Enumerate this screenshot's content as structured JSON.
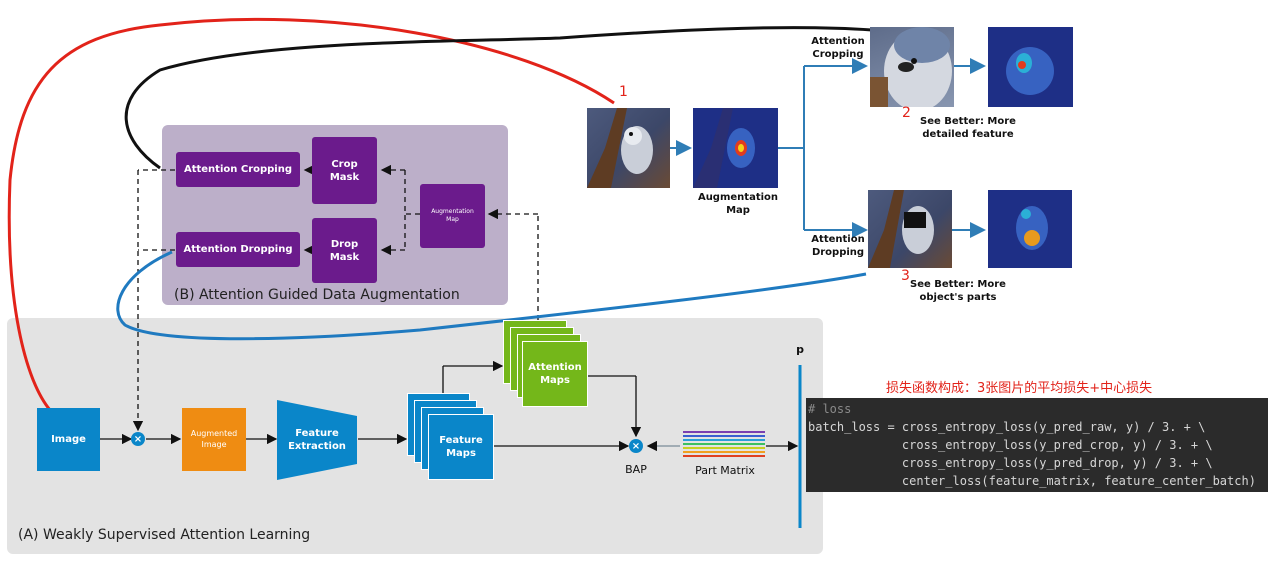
{
  "panels": {
    "a_title": "(A) Weakly Supervised Attention Learning",
    "b_title": "(B) Attention Guided Data Augmentation"
  },
  "nodes": {
    "attention_cropping": "Attention Cropping",
    "attention_dropping": "Attention Dropping",
    "crop_mask": "Crop Mask",
    "drop_mask": "Drop Mask",
    "augmentation_map_small": "Augmentation Map",
    "image": "Image",
    "augmented_image": "Augmented Image",
    "feature_extraction": "Feature Extraction",
    "feature_maps": "Feature Maps",
    "attention_maps": "Attention Maps",
    "bap": "BAP",
    "part_matrix": "Part Matrix",
    "p_label": "p",
    "multiply_symbol": "×"
  },
  "right_side": {
    "augmentation_map_label": "Augmentation Map",
    "attention_cropping_label": "Attention Cropping",
    "attention_dropping_label": "Attention Dropping",
    "see_better_1": "See Better: More detailed feature",
    "see_better_2": "See Better: More object's parts",
    "marker_1": "1",
    "marker_2": "2",
    "marker_3": "3"
  },
  "annotation": {
    "loss_title": "损失函数构成：3张图片的平均损失+中心损失",
    "code_lines": [
      "# loss",
      "batch_loss = cross_entropy_loss(y_pred_raw, y) / 3. + \\",
      "             cross_entropy_loss(y_pred_crop, y) / 3. + \\",
      "             cross_entropy_loss(y_pred_drop, y) / 3. + \\",
      "             center_loss(feature_matrix, feature_center_batch)"
    ]
  },
  "colors": {
    "panel_a_bg": "#e3e3e3",
    "panel_b_bg": "#bcafc9",
    "purple": "#6b1b8c",
    "blue": "#0a86c9",
    "orange": "#ef8c12",
    "green": "#74b71a",
    "red_curve": "#e2231a",
    "black_curve": "#111111",
    "blue_curve": "#1f7ac0",
    "code_bg": "#2b2b2b"
  },
  "part_matrix_stripes": [
    "#7a3fb0",
    "#3a5fd0",
    "#2aa0d8",
    "#3cc060",
    "#c8d020",
    "#f0a020",
    "#e04020"
  ]
}
